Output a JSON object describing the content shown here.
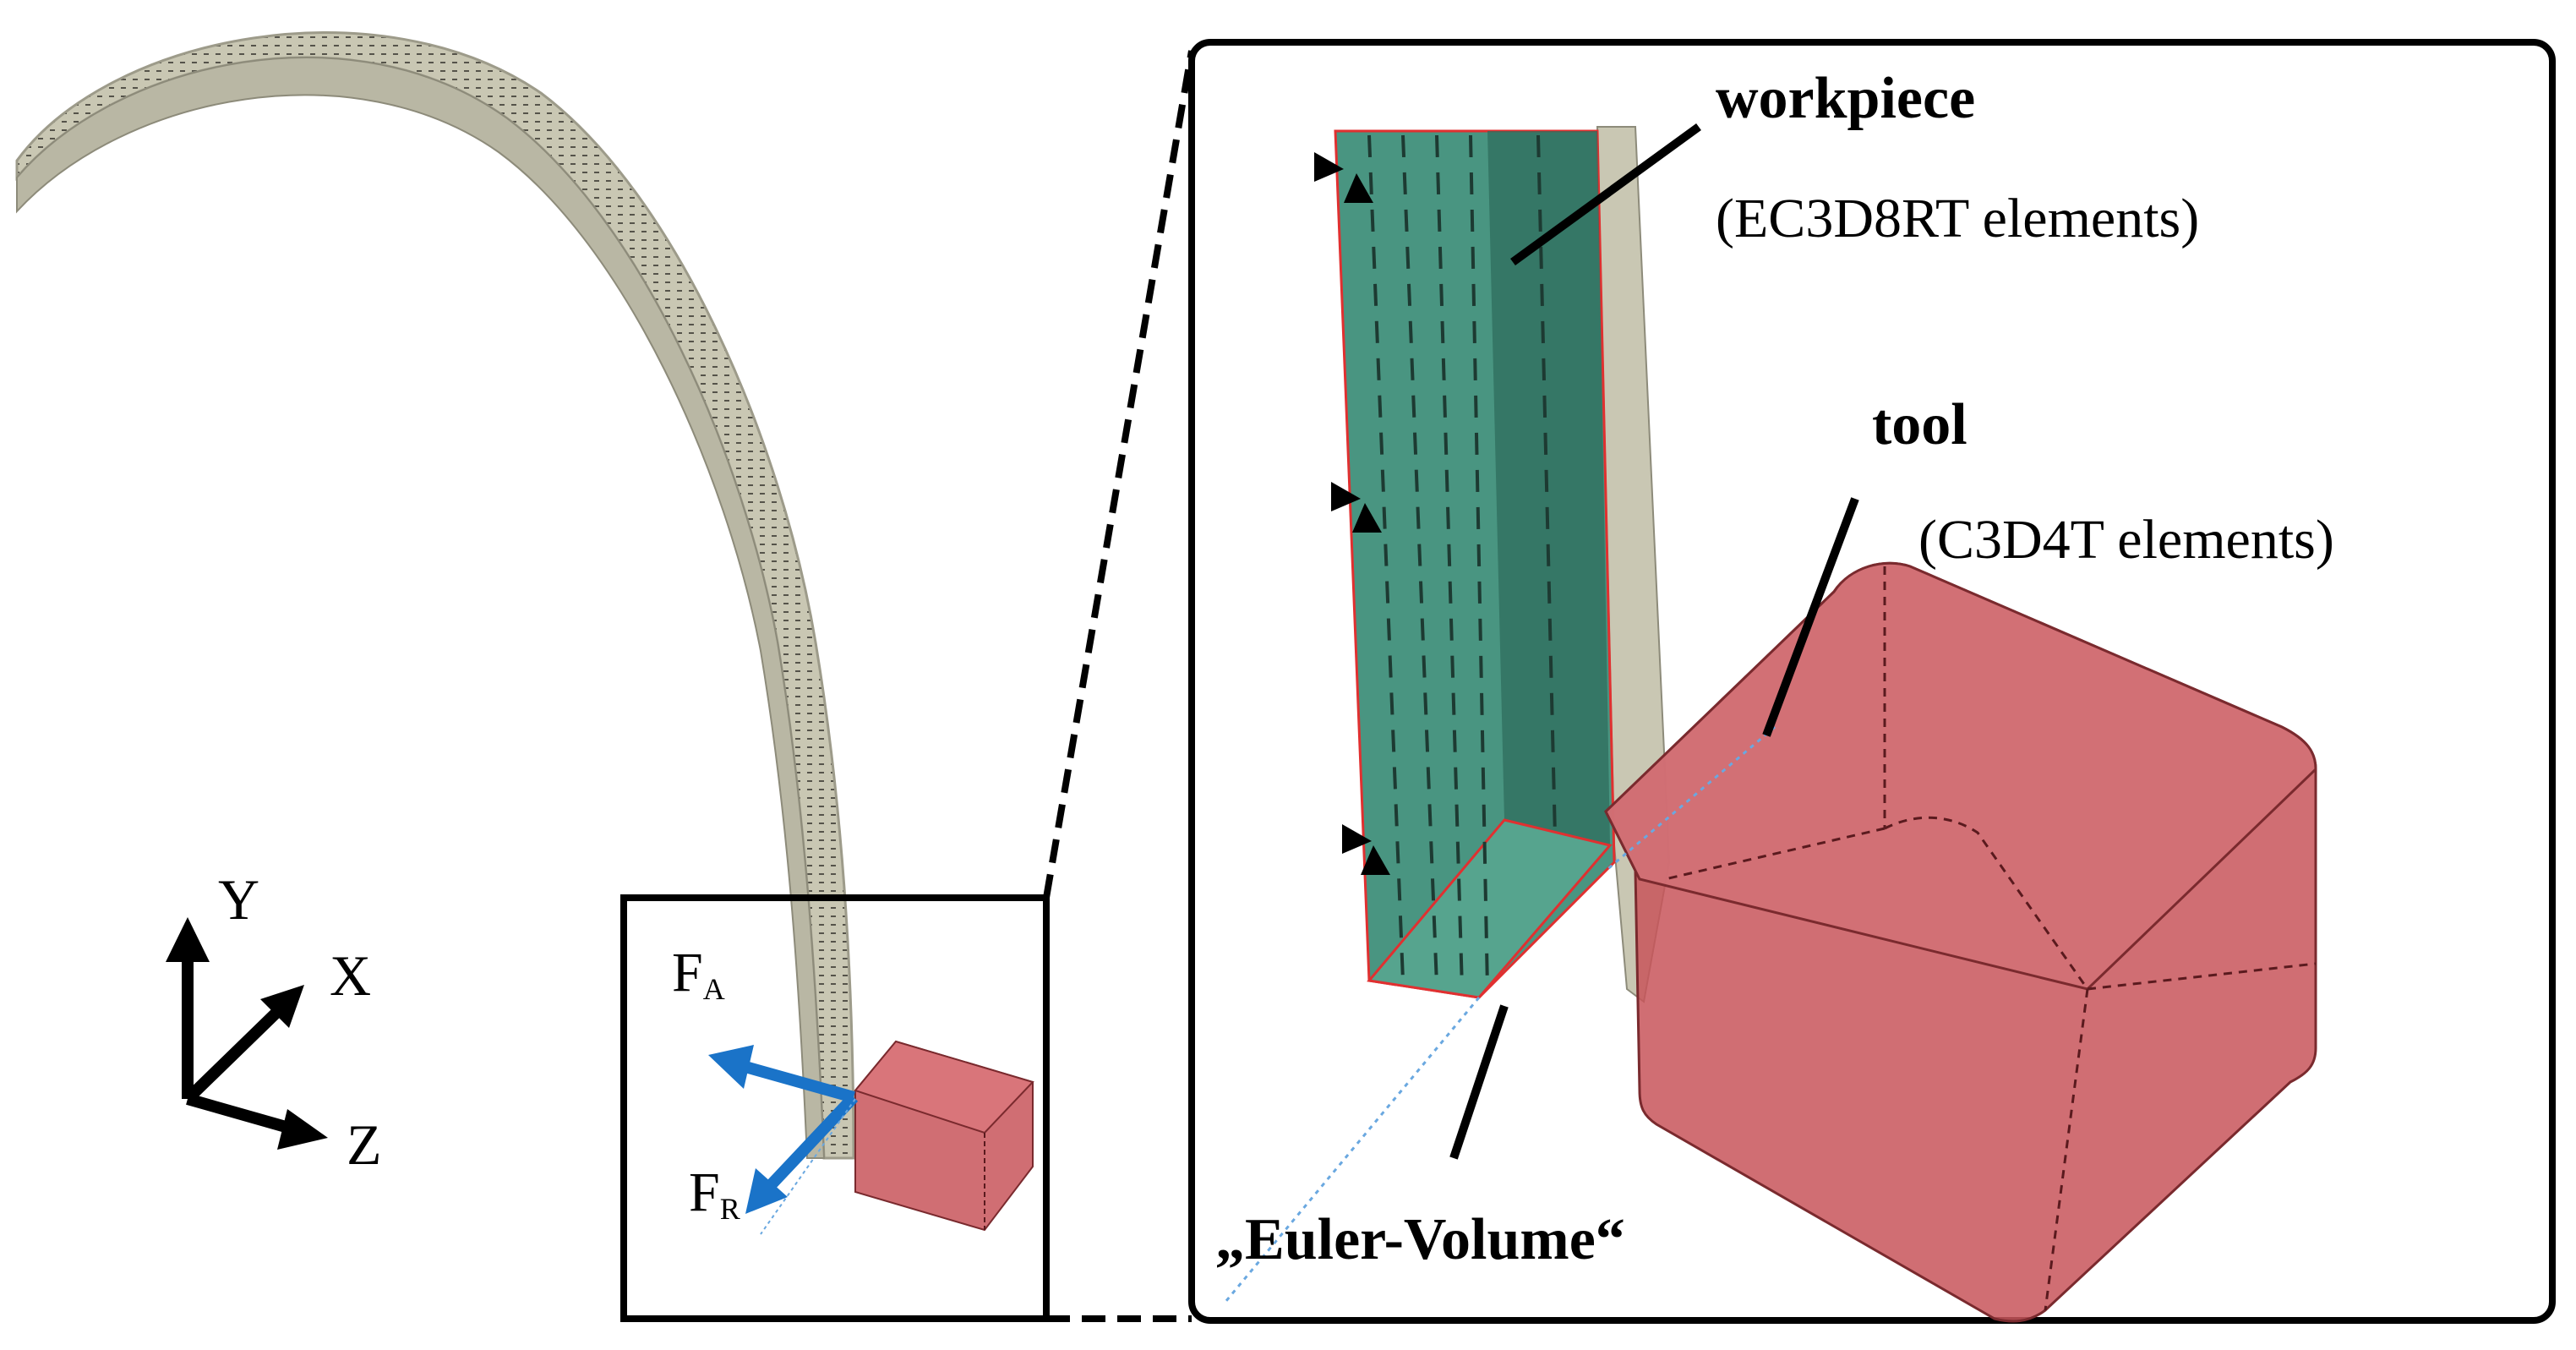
{
  "axes": {
    "y": "Y",
    "x": "X",
    "z": "Z"
  },
  "forces": {
    "axial": {
      "base": "F",
      "sub": "A"
    },
    "radial": {
      "base": "F",
      "sub": "R"
    }
  },
  "callouts": {
    "workpiece": {
      "title": "workpiece",
      "subtitle": "(EC3D8RT elements)"
    },
    "tool": {
      "title": "tool",
      "subtitle": "(C3D4T elements)"
    },
    "euler": {
      "title": "„Euler-Volume“"
    }
  },
  "colors": {
    "workpiece_strip": "#c9c7b3",
    "workpiece_green": "#3f8f7a",
    "tool_red": "#c8555a",
    "force_blue": "#1a73c8",
    "frame": "#000000"
  }
}
